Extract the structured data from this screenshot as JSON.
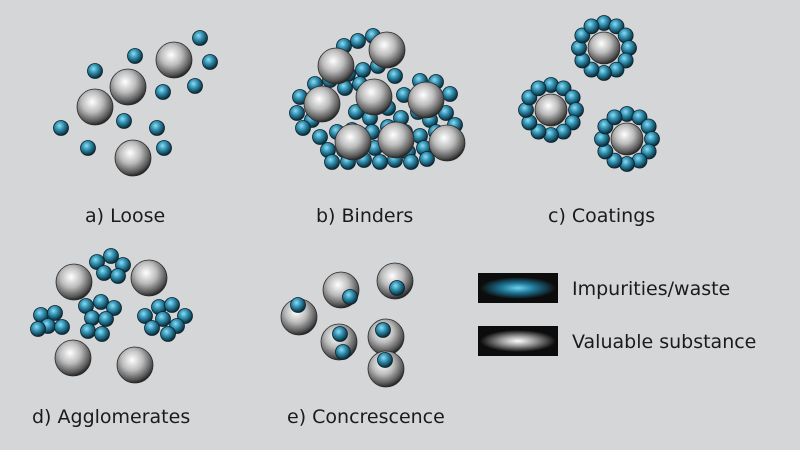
{
  "panels": [
    {
      "id": "loose",
      "label": "a) Loose"
    },
    {
      "id": "binders",
      "label": "b) Binders"
    },
    {
      "id": "coatings",
      "label": "c) Coatings"
    },
    {
      "id": "agglomerates",
      "label": "d) Agglomerates"
    },
    {
      "id": "concrescence",
      "label": "e) Concrescence"
    }
  ],
  "legend": {
    "impurities": "Impurities/waste",
    "valuable": "Valuable substance"
  },
  "colors": {
    "background": "#d5d6d7",
    "impurity": "#2f8fb0",
    "valuable": "#f2f2f2",
    "swatch_bg": "#111111"
  }
}
